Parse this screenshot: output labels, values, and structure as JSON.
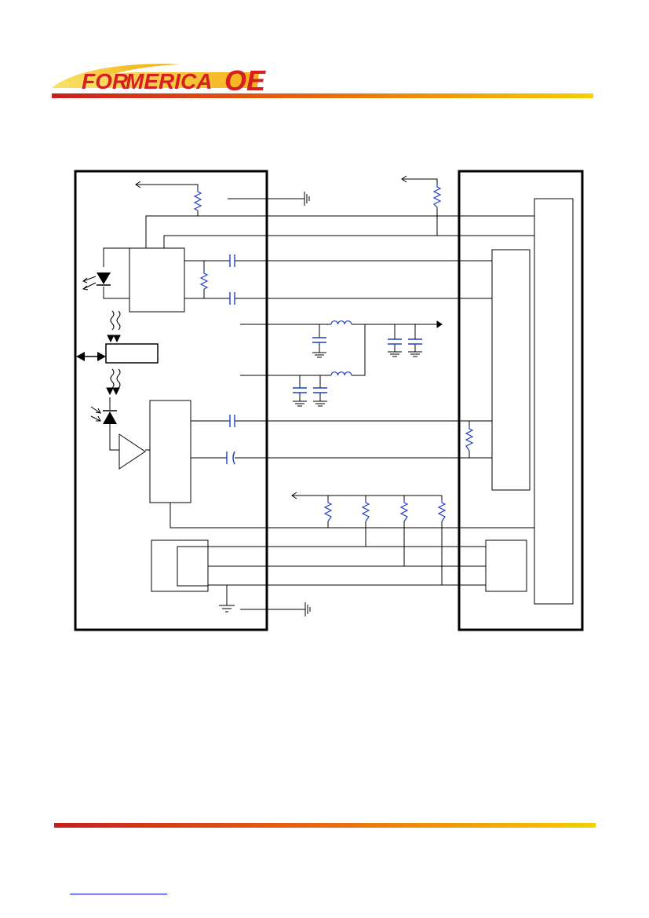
{
  "logo": {
    "part1": "FOR",
    "part2": "MERICA",
    "part3": "OE"
  },
  "colors": {
    "wire": "#000000",
    "resistor": "#1f3fbf",
    "inductor": "#1f3fbf",
    "capacitor": "#1f3fbf",
    "logo_swoosh": "#f5c400",
    "logo_text": "#d42020",
    "rule_start": "#c81e1e",
    "rule_end": "#f5d000"
  },
  "footer": {
    "link_text": ""
  }
}
